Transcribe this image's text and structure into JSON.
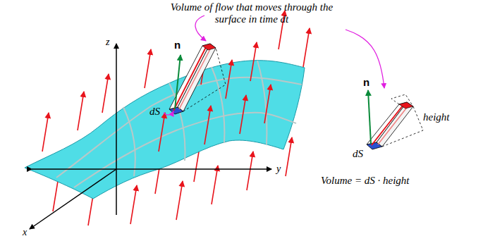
{
  "diagram": {
    "labels": [
      "Volume of flow that moves through the surface in time dt",
      "n",
      "dS",
      "z",
      "y",
      "x",
      "n",
      "dS",
      "height",
      "Volume = dS · height"
    ]
  }
}
